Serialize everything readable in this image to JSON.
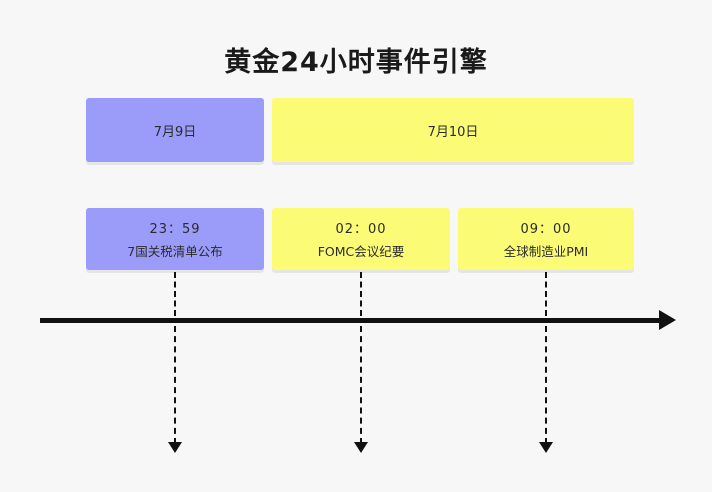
{
  "title": "黄金24小时事件引擎",
  "days": [
    {
      "label": "7月9日",
      "color": "#9b9bfa"
    },
    {
      "label": "7月10日",
      "color": "#fbfb76"
    }
  ],
  "events": [
    {
      "time": "23：59",
      "label": "7国关税清单公布",
      "color": "#9b9bfa"
    },
    {
      "time": "02：00",
      "label": "FOMC会议纪要",
      "color": "#fbfb76"
    },
    {
      "time": "09：00",
      "label": "全球制造业PMI",
      "color": "#fbfb76"
    }
  ],
  "axis": {
    "name": "timeline-axis",
    "direction": "right"
  },
  "colors": {
    "background": "#f7f7f7",
    "accent_purple": "#9b9bfa",
    "accent_yellow": "#fbfb76",
    "line": "#111111",
    "text": "#2b2b2b"
  }
}
